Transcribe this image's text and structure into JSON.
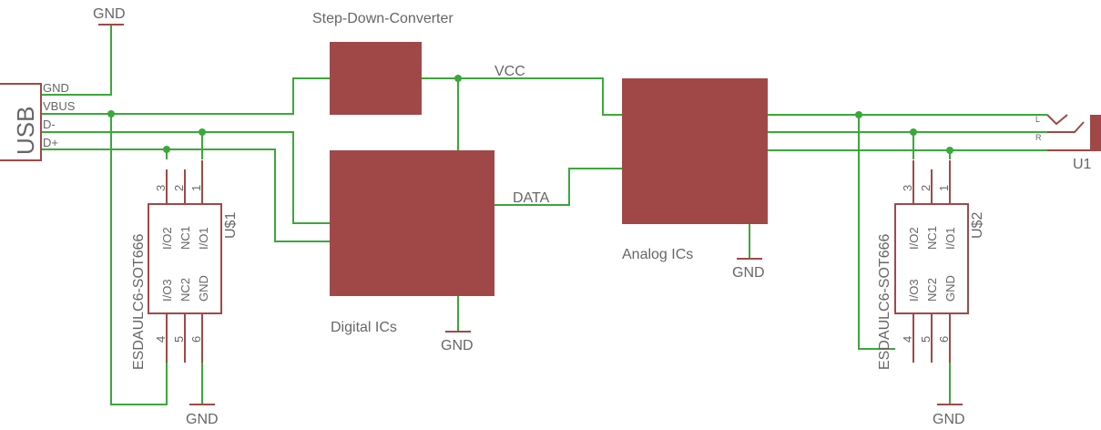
{
  "blocks": {
    "step_down": "Step-Down-Converter",
    "digital": "Digital ICs",
    "analog": "Analog ICs"
  },
  "nets": {
    "vcc": "VCC",
    "data": "DATA",
    "gnd": "GND"
  },
  "usb": {
    "name": "USB",
    "pins": [
      "GND",
      "VBUS",
      "D-",
      "D+"
    ]
  },
  "chips": {
    "u1": {
      "name": "U$1",
      "part": "ESDAULC6-SOT666",
      "top_pins": [
        "3",
        "2",
        "1"
      ],
      "bottom_pins": [
        "4",
        "5",
        "6"
      ],
      "top_labels": [
        "I/O2",
        "NC1",
        "I/O1"
      ],
      "bottom_labels": [
        "I/O3",
        "NC2",
        "GND"
      ]
    },
    "u2": {
      "name": "U$2",
      "part": "ESDAULC6-SOT666",
      "top_pins": [
        "3",
        "2",
        "1"
      ],
      "bottom_pins": [
        "4",
        "5",
        "6"
      ],
      "top_labels": [
        "I/O2",
        "NC1",
        "I/O1"
      ],
      "bottom_labels": [
        "I/O3",
        "NC2",
        "GND"
      ]
    }
  },
  "jack": {
    "name": "U1",
    "pin_l": "L",
    "pin_r": "R"
  },
  "colors": {
    "wire": "#3aa83a",
    "component": "#a04848",
    "text": "#666666",
    "background": "#ffffff"
  }
}
